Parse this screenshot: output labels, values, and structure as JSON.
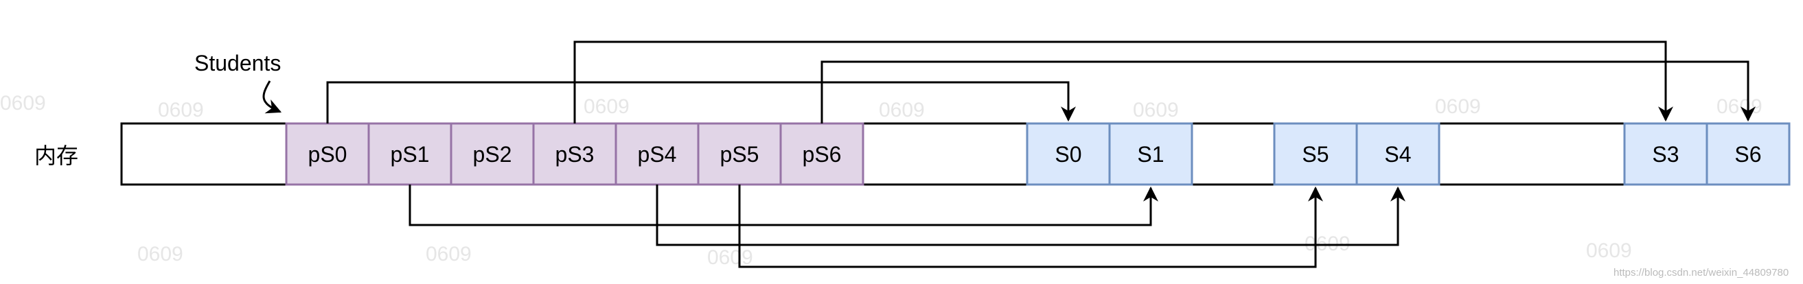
{
  "memory_label": "内存",
  "array_label": "Students",
  "pointer_cells": [
    "pS0",
    "pS1",
    "pS2",
    "pS3",
    "pS4",
    "pS5",
    "pS6"
  ],
  "object_cells": [
    "S0",
    "S1",
    "S5",
    "S4",
    "S3",
    "S6"
  ],
  "connections": [
    {
      "from": "pS0",
      "to": "S0"
    },
    {
      "from": "pS1",
      "to": "S1"
    },
    {
      "from": "pS3",
      "to": "S3"
    },
    {
      "from": "pS4",
      "to": "S4"
    },
    {
      "from": "pS5",
      "to": "S5"
    },
    {
      "from": "pS6",
      "to": "S6"
    }
  ],
  "watermark_text": "0609",
  "source_url": "https://blog.csdn.net/weixin_44809780",
  "colors": {
    "pointer_fill": "#e1d5e7",
    "pointer_stroke": "#9673a6",
    "object_fill": "#dae8fc",
    "object_stroke": "#6c8ebf",
    "line": "#000000"
  }
}
